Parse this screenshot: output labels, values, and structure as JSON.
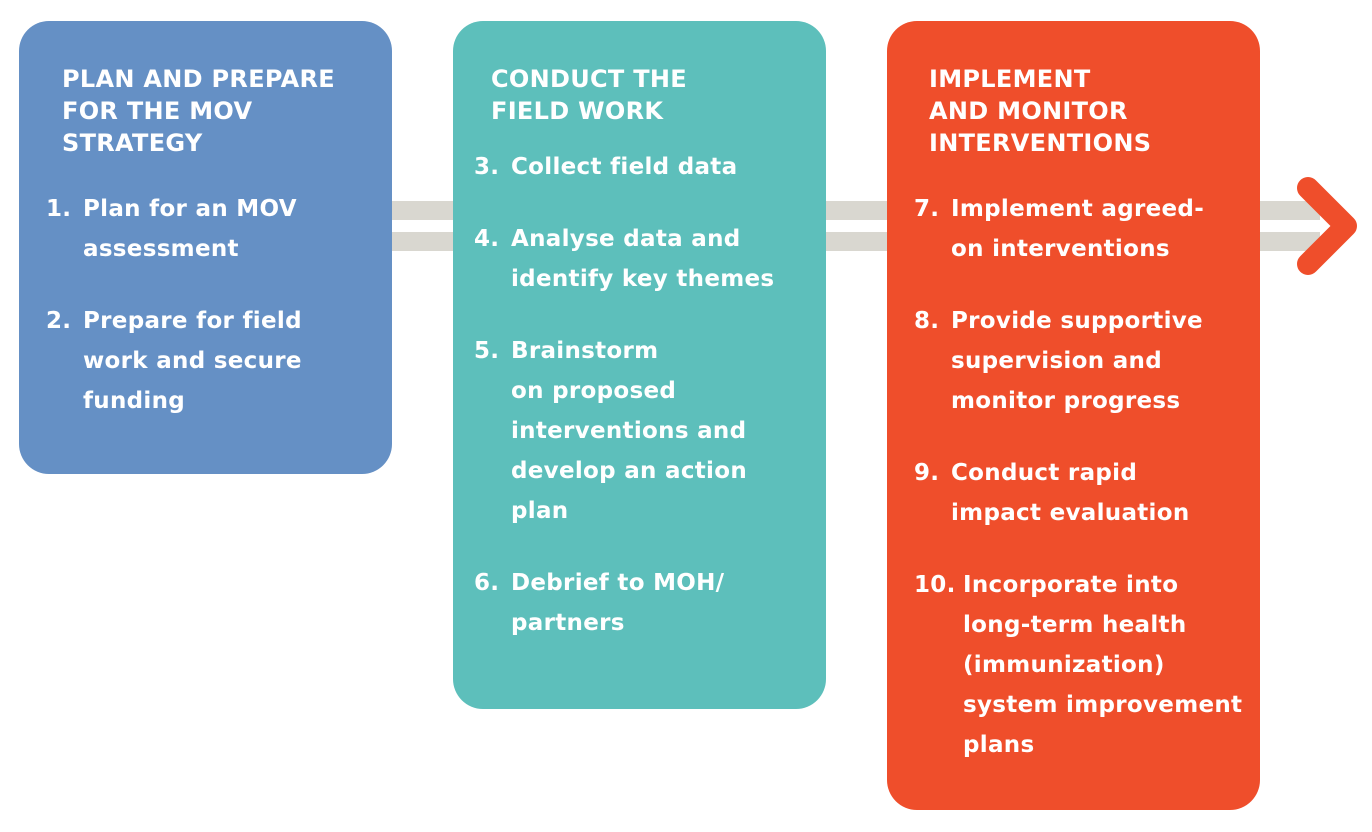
{
  "colors": {
    "plan": "#6590c5",
    "fieldwork": "#5dbfbb",
    "implement": "#ef4e2b",
    "connector": "#d9d7d0"
  },
  "phases": [
    {
      "heading": "PLAN AND PREPARE\nFOR THE MOV\nSTRATEGY",
      "steps": [
        {
          "num": "1.",
          "text": "Plan for an MOV\nassessment"
        },
        {
          "num": "2.",
          "text": "Prepare for field\nwork and secure\nfunding"
        }
      ]
    },
    {
      "heading": "CONDUCT THE\nFIELD WORK",
      "steps": [
        {
          "num": "3.",
          "text": "Collect field data"
        },
        {
          "num": "4.",
          "text": "Analyse data and\nidentify key themes"
        },
        {
          "num": "5.",
          "text": "Brainstorm\non proposed\ninterventions  and\ndevelop an action\nplan"
        },
        {
          "num": "6.",
          "text": "Debrief to MOH/\npartners"
        }
      ]
    },
    {
      "heading": "IMPLEMENT\nAND MONITOR\nINTERVENTIONS",
      "steps": [
        {
          "num": "7.",
          "text": "Implement agreed-\non interventions"
        },
        {
          "num": "8.",
          "text": "Provide supportive\nsupervision and\nmonitor progress"
        },
        {
          "num": "9.",
          "text": "Conduct rapid\nimpact evaluation"
        },
        {
          "num": "10.",
          "text": "Incorporate into\nlong-term  health\n(immunization)\nsystem improvement\nplans"
        }
      ]
    }
  ]
}
